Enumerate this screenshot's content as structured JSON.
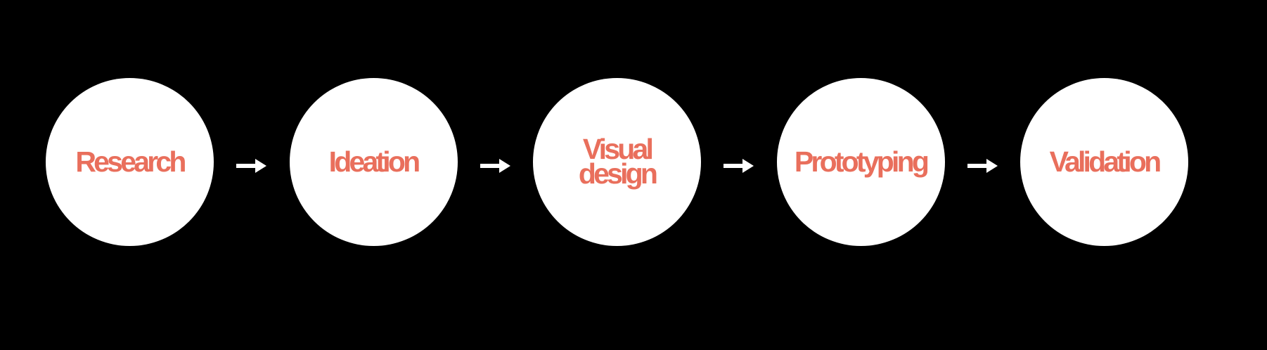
{
  "diagram": {
    "type": "flow",
    "background_color": "#000000",
    "node_fill_color": "#FFFFFF",
    "label_color": "#E96F5C",
    "arrow_color": "#FFFFFF",
    "connector_icon": "right-arrow-icon",
    "nodes": [
      {
        "id": "research",
        "label": "Research"
      },
      {
        "id": "ideation",
        "label": "Ideation"
      },
      {
        "id": "visual-design",
        "label": "Visual\ndesign"
      },
      {
        "id": "prototyping",
        "label": "Prototyping"
      },
      {
        "id": "validation",
        "label": "Validation"
      }
    ]
  }
}
